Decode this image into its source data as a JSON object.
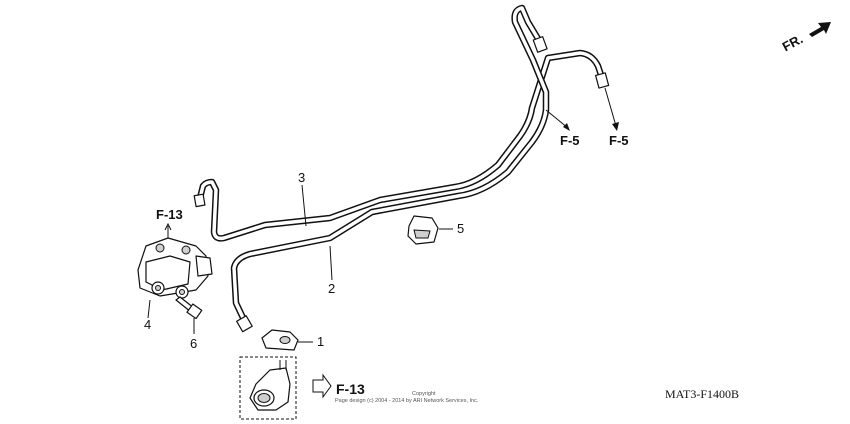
{
  "labels": {
    "part_1": "1",
    "part_2": "2",
    "part_3": "3",
    "part_4": "4",
    "part_5": "5",
    "part_6": "6"
  },
  "refs": {
    "f13_top": "F-13",
    "f5_left": "F-5",
    "f5_right": "F-5",
    "f13_bottom": "F-13"
  },
  "direction": {
    "front_label": "FR."
  },
  "copyright": {
    "line1": "Copyright",
    "line2": "Page design (c) 2004 - 2014 by ARI Network Services, Inc."
  },
  "diagram_code": "MAT3-F1400B"
}
